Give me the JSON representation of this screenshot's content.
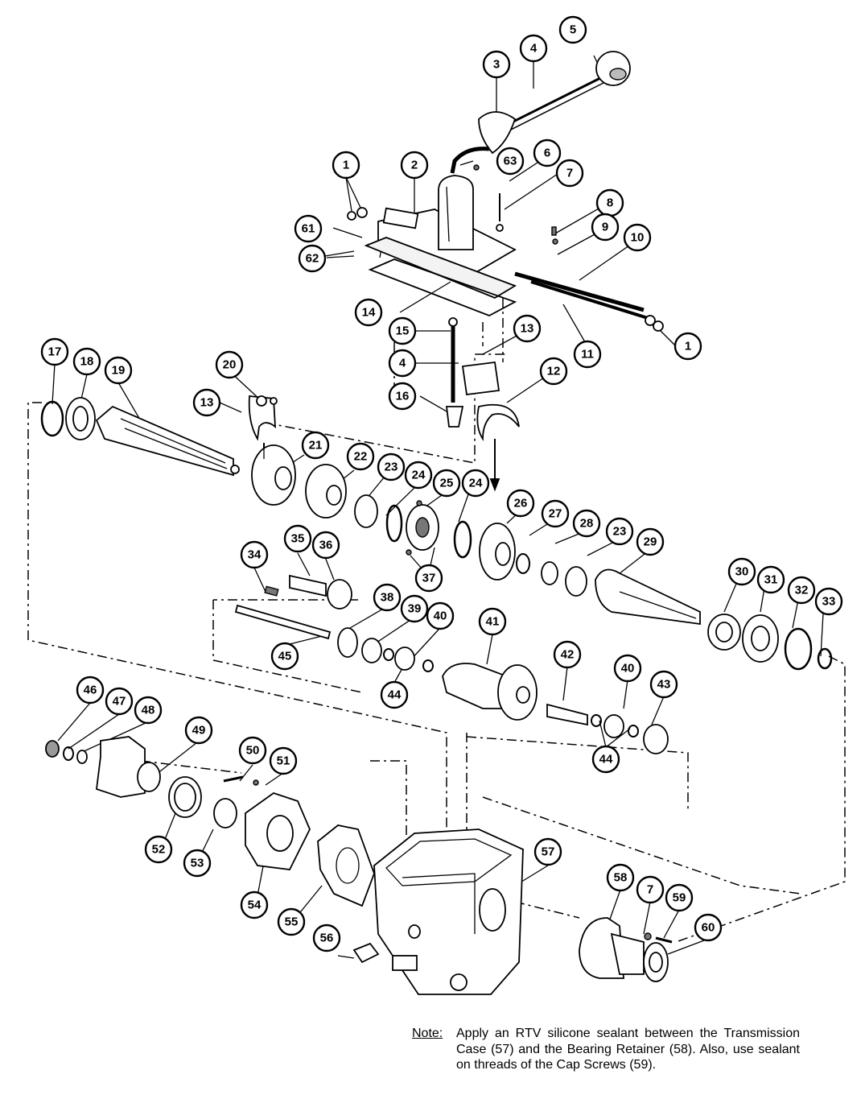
{
  "note": {
    "label": "Note:",
    "text": "Apply an RTV silicone sealant between the Transmission Case (57) and the Bearing Retainer (58). Also, use sealant on threads of the Cap Screws (59)."
  },
  "callouts": [
    "1",
    "1",
    "2",
    "3",
    "4",
    "4",
    "5",
    "6",
    "7",
    "7",
    "8",
    "9",
    "10",
    "11",
    "12",
    "13",
    "13",
    "14",
    "15",
    "16",
    "17",
    "18",
    "19",
    "20",
    "21",
    "22",
    "23",
    "23",
    "24",
    "24",
    "25",
    "26",
    "27",
    "28",
    "29",
    "30",
    "31",
    "32",
    "33",
    "34",
    "35",
    "36",
    "37",
    "38",
    "39",
    "40",
    "40",
    "41",
    "42",
    "43",
    "44",
    "44",
    "45",
    "46",
    "47",
    "48",
    "49",
    "50",
    "51",
    "52",
    "53",
    "54",
    "55",
    "56",
    "57",
    "58",
    "59",
    "60",
    "61",
    "62",
    "63"
  ]
}
